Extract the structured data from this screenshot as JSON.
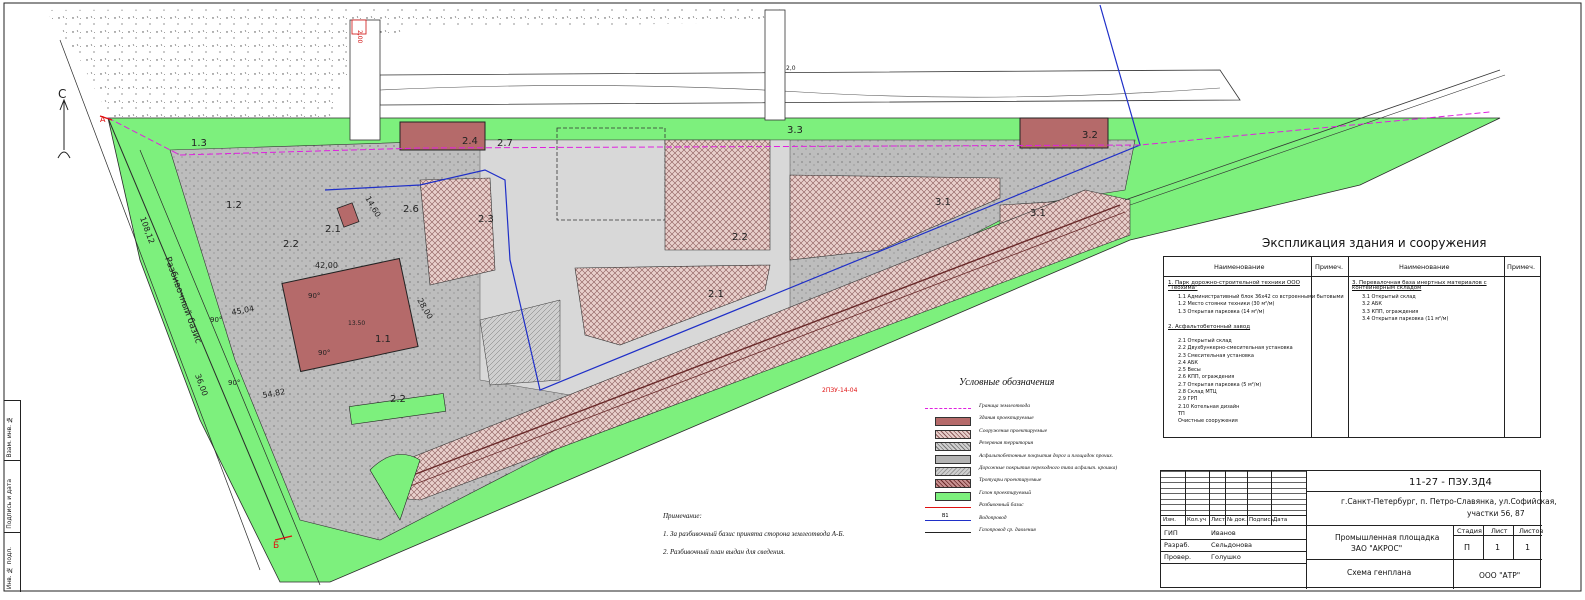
{
  "drawing": {
    "north_label": "С",
    "point_a": "А",
    "point_b": "Б",
    "road_label": "Разбивочный базис",
    "road_dim": "108,12",
    "dim_labels": [
      "45,04",
      "36,00",
      "42,00",
      "54,82",
      "14,60",
      "28,00"
    ],
    "top_marks": [
      "2,00",
      "2,0"
    ],
    "red_tag": "2ПЗУ-14-04",
    "angle_labels": [
      "90°",
      "90°",
      "90°",
      "90°"
    ],
    "building_labels": [
      {
        "id": "1.1",
        "text": "1.1"
      },
      {
        "id": "2.1",
        "text": "2.1"
      },
      {
        "id": "2.1b",
        "text": "2.1"
      },
      {
        "id": "2.2a",
        "text": "2.2"
      },
      {
        "id": "2.2b",
        "text": "2.2"
      },
      {
        "id": "2.3",
        "text": "2.3"
      },
      {
        "id": "2.4",
        "text": "2.4"
      },
      {
        "id": "2.6",
        "text": "2.6"
      },
      {
        "id": "2.7",
        "text": "2.7"
      },
      {
        "id": "3.1a",
        "text": "3.1"
      },
      {
        "id": "3.1b",
        "text": "3.1"
      },
      {
        "id": "3.2",
        "text": "3.2"
      },
      {
        "id": "3.3",
        "text": "3.3"
      },
      {
        "id": "1.3",
        "text": "1.3"
      },
      {
        "id": "1.2",
        "text": "1.2"
      },
      {
        "id": "2.2c",
        "text": "2.2"
      },
      {
        "id": "1.1b",
        "text": "13.50"
      }
    ]
  },
  "legend": {
    "title": "Условные обозначения",
    "items": [
      {
        "label": "Граница землеотвода",
        "kind": "line-pink"
      },
      {
        "label": "Здания проектируемые",
        "kind": "fill-brown"
      },
      {
        "label": "Сооружения проектируемые",
        "kind": "fill-hatch"
      },
      {
        "label": "Резервная территория",
        "kind": "fill-grey-hatch"
      },
      {
        "label": "Асфальтобетонные покрытия дорог и площадок прочих.",
        "kind": "fill-grey"
      },
      {
        "label": "Дорожные покрытия переходного типа асфальт. крошка)",
        "kind": "fill-grey-light"
      },
      {
        "label": "Тротуары проектируемые",
        "kind": "fill-red-hatch"
      },
      {
        "label": "Газон проектируемый",
        "kind": "fill-green"
      },
      {
        "label": "Разбивочный базис",
        "kind": "line-red"
      },
      {
        "label": "Водопровод",
        "kind": "line-blue",
        "code": "В1"
      },
      {
        "label": "Газопровод ср. давления",
        "kind": "line-black"
      }
    ]
  },
  "notes": {
    "title": "Примечание:",
    "lines": [
      "1. За разбивочный базис принята сторона землеотвода А-Б.",
      "2. Разбивочный план выдан для сведения."
    ]
  },
  "explication": {
    "title": "Экспликация здания и сооружения",
    "headers": [
      "Наименование",
      "Примеч.",
      "Наименование",
      "Примеч."
    ],
    "left_groups": [
      {
        "title": "1. Парк дорожно-строительной техники ООО \"Теохима\"",
        "items": [
          "1.1 Административный блок 36х42 со встроенными бытовыми",
          "1.2 Место стоянки техники (30 м²/м)",
          "1.3 Открытая парковка (14 м²/м)"
        ]
      },
      {
        "title": "2. Асфальтобетонный завод",
        "items": [
          "2.1 Открытый склад",
          "2.2 Двухбункерно-смесительная установка",
          "2.3 Смесительная установка",
          "2.4 АБК",
          "2.5 Весы",
          "2.6 КПП, ограждения",
          "2.7 Открытая парковка (5 м²/м)",
          "2.8 Склад МТЦ",
          "2.9 ГРП",
          "2.10 Котельная дизайн",
          "ТП",
          "Очистные сооружения"
        ]
      }
    ],
    "right_groups": [
      {
        "title": "3. Перевалочная база инертных материалов с контейнерным складом",
        "items": [
          "3.1 Открытый склад",
          "3.2 АБК",
          "3.3 КПП, ограждения",
          "3.4 Открытая парковка (11 м²/м)"
        ]
      }
    ]
  },
  "stamp": {
    "code": "11-27 - ПЗУ.ЗД4",
    "address_1": "г.Санкт-Петербург, п. Петро-Славянка, ул.Софийская,",
    "address_2": "участки 56, 87",
    "col_headers": [
      "Изм.",
      "Кол.уч",
      "Лист",
      "№ док.",
      "Подпись",
      "Дата"
    ],
    "roles": [
      {
        "role": "ГИП",
        "name": "Иванов"
      },
      {
        "role": "Разраб.",
        "name": "Сельдонова"
      },
      {
        "role": "Провер.",
        "name": "Голушко"
      }
    ],
    "project_1": "Промышленная площадка",
    "project_2": "ЗАО \"АКРОС\"",
    "stage_header": "Стадия",
    "sheet_header": "Лист",
    "sheets_header": "Листов",
    "stage": "П",
    "sheet": "1",
    "sheets": "1",
    "sheet_title": "Схема генплана",
    "company": "ООО \"АТР\""
  },
  "side_strip": [
    "Инв. № подл.",
    "Подпись и дата",
    "Взам. инв. №"
  ],
  "colors": {
    "lawn": "#7df07d",
    "building": "#b56a6a",
    "hatch": "#e3c8c4",
    "asphalt": "#b4b4b4",
    "boundary": "#e020e0",
    "water": "#1f2fc8",
    "basis": "#e01010"
  }
}
